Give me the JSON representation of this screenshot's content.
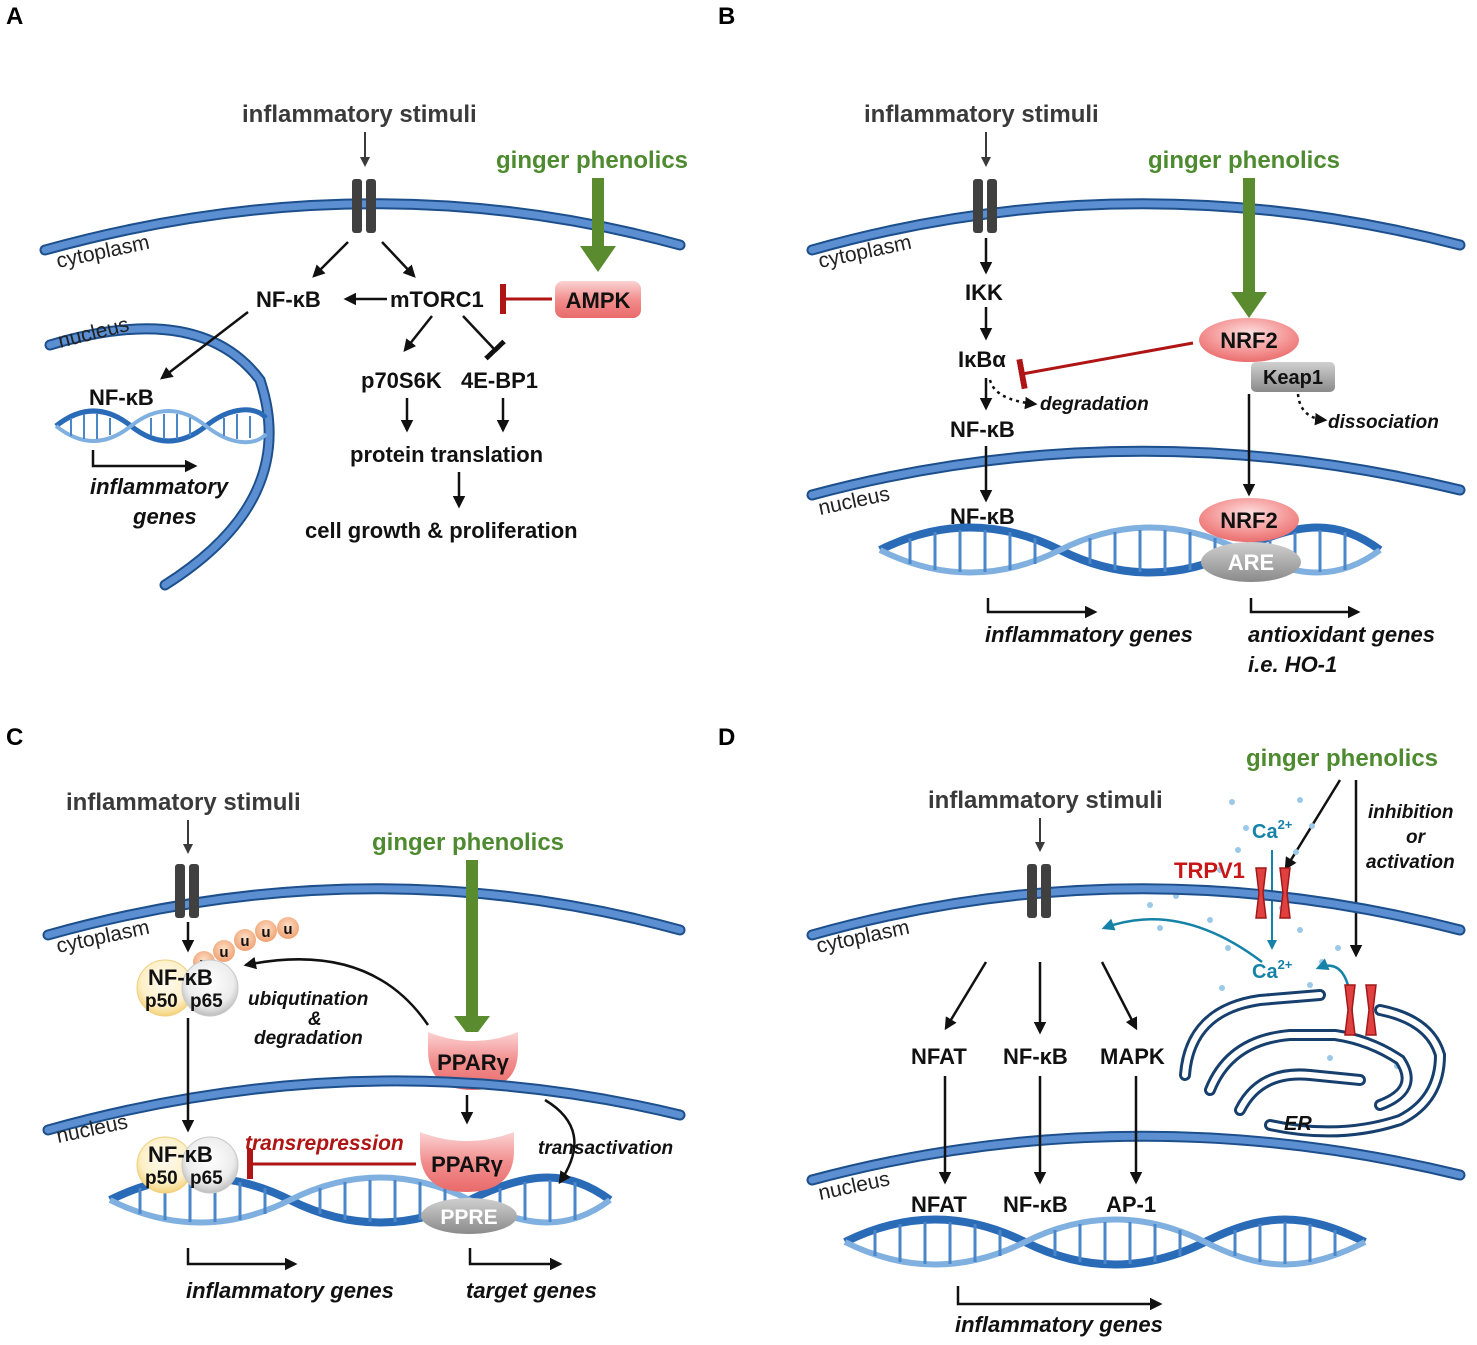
{
  "panels": {
    "A": {
      "letter": "A",
      "stimuli": "inflammatory stimuli",
      "ginger": "ginger phenolics",
      "cytoplasm": "cytoplasm",
      "nucleus": "nucleus",
      "nfkb_cyto": "NF-κB",
      "mtorc1": "mTORC1",
      "ampk": "AMPK",
      "nfkb_nuc": "NF-κB",
      "genes_line1": "inflammatory",
      "genes_line2": "genes",
      "p70s6k": "p70S6K",
      "ebp1": "4E-BP1",
      "translation": "protein translation",
      "growth": "cell growth & proliferation"
    },
    "B": {
      "letter": "B",
      "stimuli": "inflammatory stimuli",
      "ginger": "ginger phenolics",
      "cytoplasm": "cytoplasm",
      "nucleus": "nucleus",
      "ikk": "IKK",
      "ikba": "IκBα",
      "degradation": "degradation",
      "nfkb1": "NF-κB",
      "nrf2_cyto": "NRF2",
      "keap1": "Keap1",
      "dissociation": "dissociation",
      "nfkb2": "NF-κB",
      "nrf2_nuc": "NRF2",
      "are": "ARE",
      "inflam_genes": "inflammatory genes",
      "antiox_line1": "antioxidant genes",
      "antiox_line2": "i.e. HO-1"
    },
    "C": {
      "letter": "C",
      "stimuli": "inflammatory stimuli",
      "ginger": "ginger phenolics",
      "cytoplasm": "cytoplasm",
      "nucleus": "nucleus",
      "ubiquitin": [
        "u",
        "u",
        "u",
        "u",
        "u"
      ],
      "nfkb1": "NF-κB",
      "p50_1": "p50",
      "p65_1": "p65",
      "ubiq_line1": "ubiqutination",
      "ubiq_line2": "&",
      "ubiq_line3": "degradation",
      "ppar1": "PPARγ",
      "nfkb2": "NF-κB",
      "p50_2": "p50",
      "p65_2": "p65",
      "transrepression": "transrepression",
      "ppar2": "PPARγ",
      "transactivation": "transactivation",
      "ppre": "PPRE",
      "inflam_genes": "inflammatory genes",
      "target_genes": "target genes"
    },
    "D": {
      "letter": "D",
      "stimuli": "inflammatory stimuli",
      "ginger": "ginger phenolics",
      "cytoplasm": "cytoplasm",
      "nucleus": "nucleus",
      "inhib_line1": "inhibition",
      "inhib_line2": "or",
      "inhib_line3": "activation",
      "ca_top_base": "Ca",
      "ca_top_sup": "2+",
      "trpv1": "TRPV1",
      "ca_mid_base": "Ca",
      "ca_mid_sup": "2+",
      "nfat1": "NFAT",
      "nfkb1": "NF-κB",
      "mapk": "MAPK",
      "er": "ER",
      "nfat2": "NFAT",
      "nfkb2": "NF-κB",
      "ap1": "AP-1",
      "inflam_genes": "inflammatory genes"
    }
  },
  "colors": {
    "membrane": "#5b8fd1",
    "ginger_arrow": "#5a8b2f",
    "inhibition": "#b01515",
    "node_pink": "#f08080",
    "calcium": "#1582a8",
    "trpv1": "#e03030"
  }
}
